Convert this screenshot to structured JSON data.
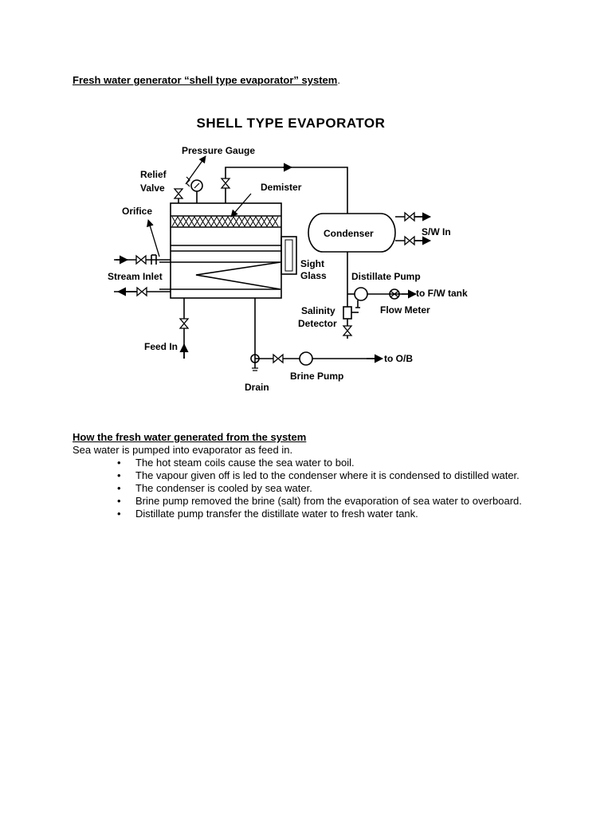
{
  "document": {
    "heading": "Fresh water generator “shell type evaporator” system",
    "heading_suffix": "."
  },
  "diagram": {
    "title": "SHELL TYPE EVAPORATOR",
    "labels": {
      "pressure_gauge": "Pressure Gauge",
      "relief_valve_line1": "Relief",
      "relief_valve_line2": "Valve",
      "demister": "Demister",
      "orifice": "Orifice",
      "condenser": "Condenser",
      "sw_in": "S/W In",
      "sight_glass_line1": "Sight",
      "sight_glass_line2": "Glass",
      "stream_inlet": "Stream Inlet",
      "distillate_pump": "Distillate Pump",
      "to_fw_tank": "to F/W tank",
      "salinity_detector_line1": "Salinity",
      "salinity_detector_line2": "Detector",
      "flow_meter": "Flow Meter",
      "feed_in": "Feed In",
      "to_ob": "to O/B",
      "brine_pump": "Brine Pump",
      "drain": "Drain"
    }
  },
  "section": {
    "title": "How the fresh water generated from the system",
    "intro": "Sea water is pumped into evaporator as feed in.",
    "bullet_symbol": "•",
    "bullets": [
      "The hot steam coils cause the sea water to boil.",
      "The vapour given off is led to the condenser where it is condensed to distilled water.",
      "The condenser is cooled by sea water.",
      "Brine pump removed the brine (salt) from the evaporation of sea water to overboard.",
      "Distillate pump transfer the distillate water to fresh water tank."
    ]
  }
}
